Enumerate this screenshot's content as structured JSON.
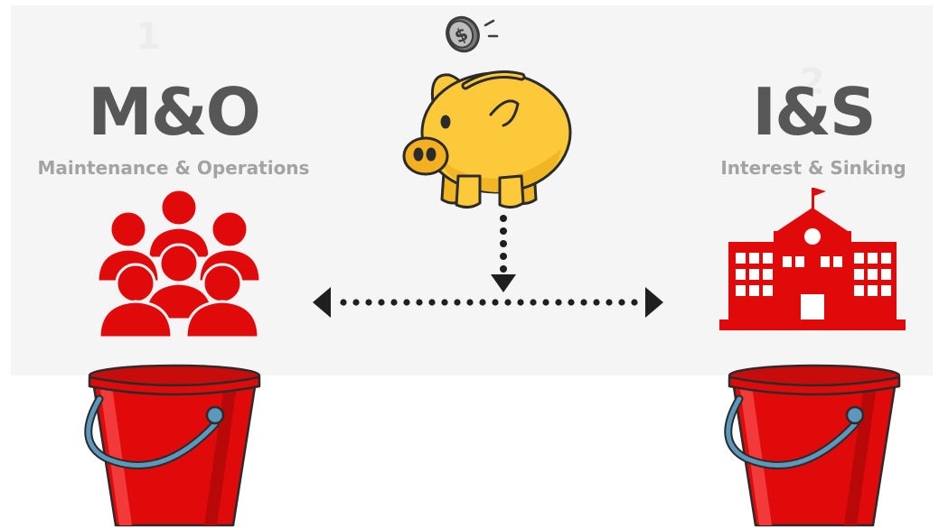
{
  "left_fund": {
    "title": "M&O",
    "subtitle": "Maintenance & Operations"
  },
  "right_fund": {
    "title": "I&S",
    "subtitle": "Interest & Sinking"
  },
  "colors": {
    "red": "#e00a0a",
    "dark_red": "#b80808",
    "text_dark": "#575757",
    "text_light": "#a3a3a3",
    "pig_yellow": "#fcc93a",
    "pig_snout": "#f5b021",
    "handle_blue": "#5a98bd",
    "background_panel": "#f5f5f5"
  },
  "icons": {
    "coin": "dollar-coin-icon",
    "piggy_bank": "piggy-bank-icon",
    "people": "people-group-icon",
    "school": "school-building-icon",
    "bucket": "bucket-icon",
    "arrows": "double-headed-arrow-icon"
  }
}
